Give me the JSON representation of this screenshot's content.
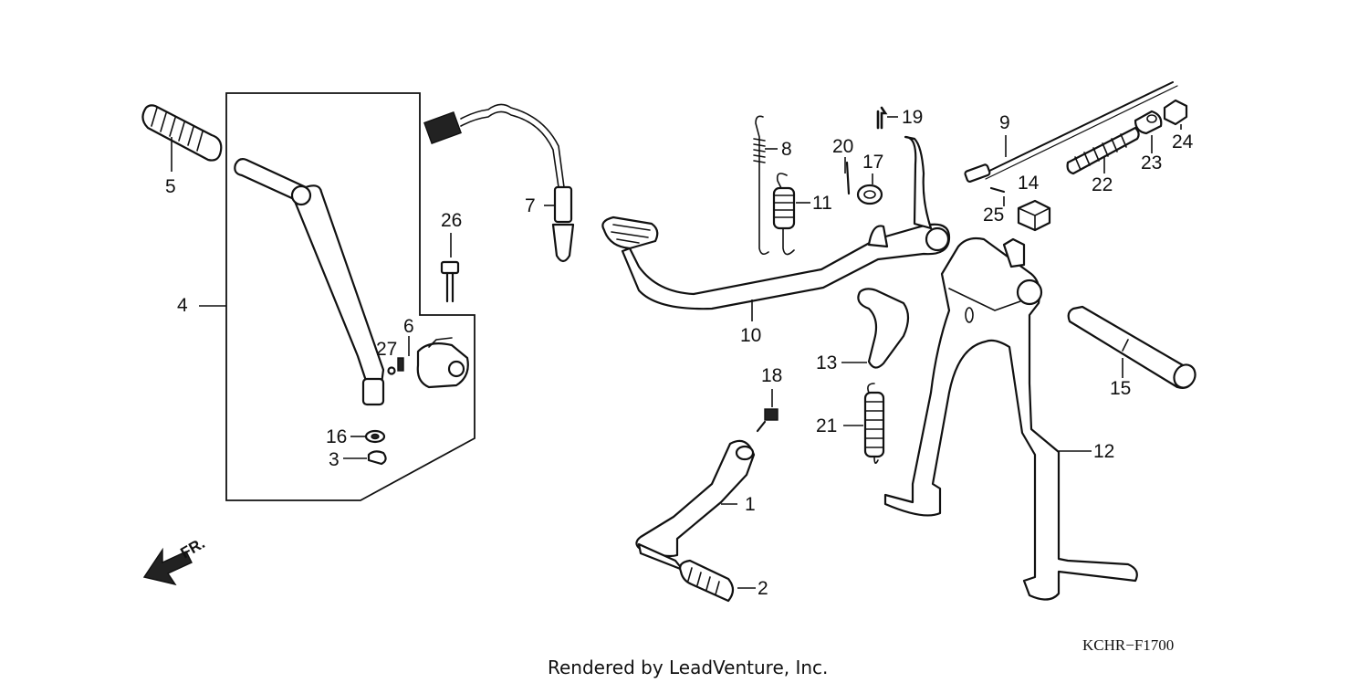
{
  "diagram_code": "KCHR−F1700",
  "credit": "Rendered by LeadVenture, Inc.",
  "direction_label": "FR.",
  "callouts": [
    "1",
    "2",
    "3",
    "4",
    "5",
    "6",
    "7",
    "8",
    "9",
    "10",
    "11",
    "12",
    "13",
    "14",
    "15",
    "16",
    "17",
    "18",
    "19",
    "20",
    "21",
    "22",
    "23",
    "24",
    "25",
    "26",
    "27"
  ]
}
